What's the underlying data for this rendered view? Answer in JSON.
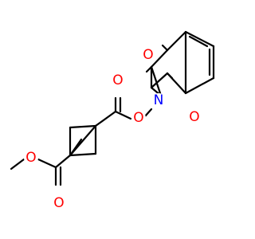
{
  "molecule": {
    "atoms": [
      {
        "id": "a1",
        "element": "O",
        "label": "O",
        "color": "#ff0000"
      },
      {
        "id": "a2",
        "element": "N",
        "label": "N",
        "color": "#0000ff"
      },
      {
        "id": "a3",
        "element": "O",
        "label": "O",
        "color": "#ff0000"
      },
      {
        "id": "a4",
        "element": "O",
        "label": "O",
        "color": "#ff0000"
      },
      {
        "id": "a5",
        "element": "O",
        "label": "O",
        "color": "#ff0000"
      },
      {
        "id": "a6",
        "element": "O",
        "label": "O",
        "color": "#ff0000"
      },
      {
        "id": "a7",
        "element": "O",
        "label": "O",
        "color": "#ff0000"
      }
    ],
    "bond_color": "#000000"
  }
}
